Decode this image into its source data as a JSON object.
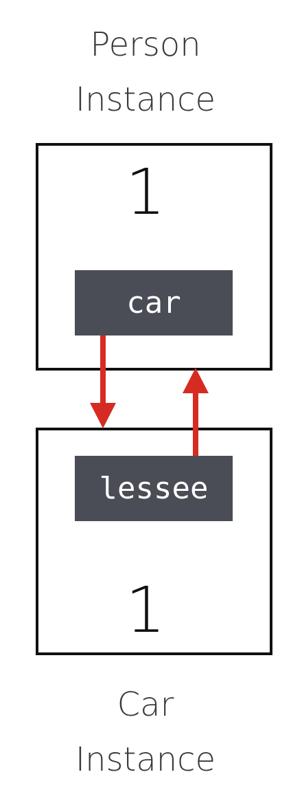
{
  "person": {
    "label_line1": "Person",
    "label_line2": "Instance",
    "count": "1",
    "field": "car"
  },
  "car": {
    "label_line1": "Car",
    "label_line2": "Instance",
    "count": "1",
    "field": "lessee"
  },
  "colors": {
    "arrow": "#d62b22",
    "field_bg": "#4a4d55",
    "border": "#111111"
  }
}
